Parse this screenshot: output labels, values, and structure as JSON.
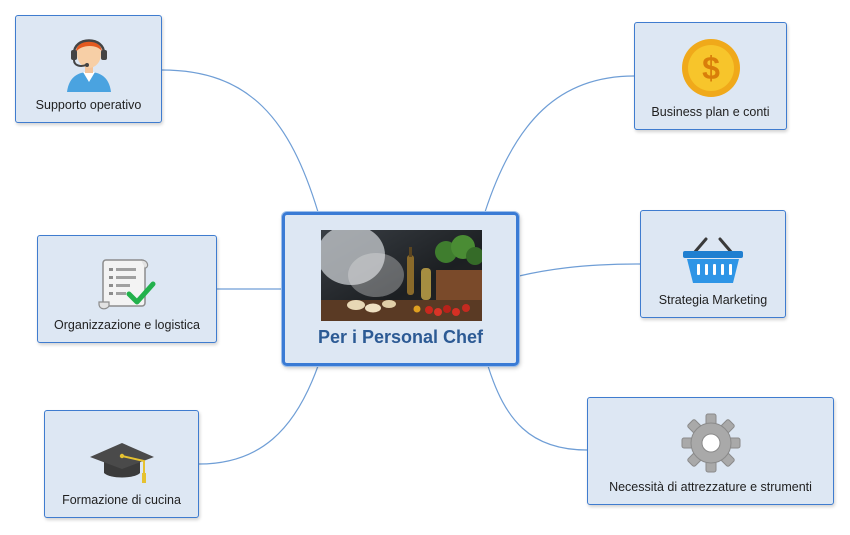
{
  "central_topic": {
    "title": "Per i Personal Chef",
    "image": "chef-kitchen-photo"
  },
  "topics": [
    {
      "label": "Supporto operativo",
      "icon": "headset-operator-icon"
    },
    {
      "label": "Organizzazione e logistica",
      "icon": "checklist-scroll-icon"
    },
    {
      "label": "Formazione di cucina",
      "icon": "graduation-cap-icon"
    },
    {
      "label": "Business plan e conti",
      "icon": "dollar-coin-icon"
    },
    {
      "label": "Strategia Marketing",
      "icon": "shopping-basket-icon"
    },
    {
      "label": "Necessità di attrezzature e strumenti",
      "icon": "gear-icon"
    }
  ],
  "colors": {
    "node_fill": "#dde7f3",
    "node_border": "#3f7ccf",
    "connector": "#6f9ed6",
    "title_text": "#2c5a94"
  }
}
